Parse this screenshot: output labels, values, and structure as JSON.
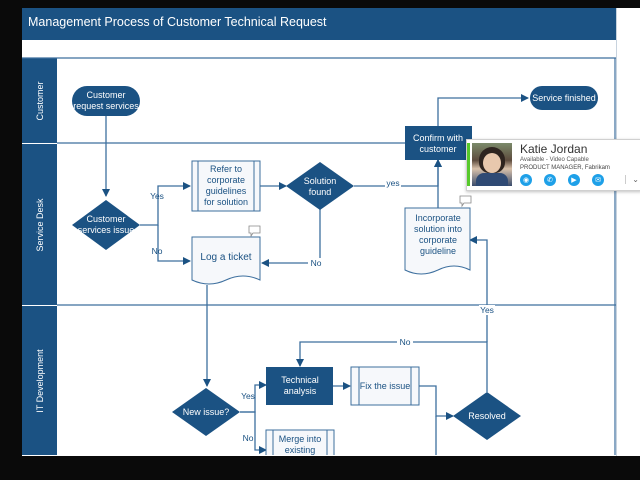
{
  "header": {
    "title": "Management Process of Customer Technical Request"
  },
  "lanes": [
    {
      "id": "customer",
      "label": "Customer"
    },
    {
      "id": "service_desk",
      "label": "Service Desk"
    },
    {
      "id": "it_development",
      "label": "IT Development"
    }
  ],
  "nodes": {
    "customer_request": [
      "Customer",
      "request services"
    ],
    "customer_services_issue": [
      "Customer",
      "services issue"
    ],
    "refer_guidelines": [
      "Refer to",
      "corporate",
      "guidelines",
      "for solution"
    ],
    "solution_found": [
      "Solution",
      "found"
    ],
    "log_ticket": [
      "Log a ticket"
    ],
    "confirm_customer": [
      "Confirm with",
      "customer"
    ],
    "incorporate_solution": [
      "Incorporate",
      "solution into",
      "corporate",
      "guideline"
    ],
    "service_finished": [
      "Service finished"
    ],
    "new_issue": [
      "New issue?"
    ],
    "technical_analysis": [
      "Technical",
      "analysis"
    ],
    "fix_issue": [
      "Fix the issue"
    ],
    "resolved": [
      "Resolved"
    ],
    "merge_existing": [
      "Merge into",
      "existing"
    ]
  },
  "edge_labels": {
    "csi_yes": "Yes",
    "csi_no": "No",
    "sf_yes": "yes",
    "sf_no": "No",
    "ni_yes": "Yes",
    "ni_no": "No",
    "res_no": "No",
    "res_yes": "Yes"
  },
  "contact_card": {
    "name": "Katie Jordan",
    "status": "Available - Video Capable",
    "role": "PRODUCT MANAGER, Fabrikam",
    "presence_color": "#57c92b",
    "actions": [
      {
        "icon": "instant-message-icon",
        "glyph": "◉"
      },
      {
        "icon": "phone-icon",
        "glyph": "✆"
      },
      {
        "icon": "video-icon",
        "glyph": "▶"
      },
      {
        "icon": "email-icon",
        "glyph": "✉"
      }
    ],
    "more_glyph": "⌄"
  },
  "colors": {
    "primary": "#1b5283",
    "line": "#3d6f9e"
  }
}
